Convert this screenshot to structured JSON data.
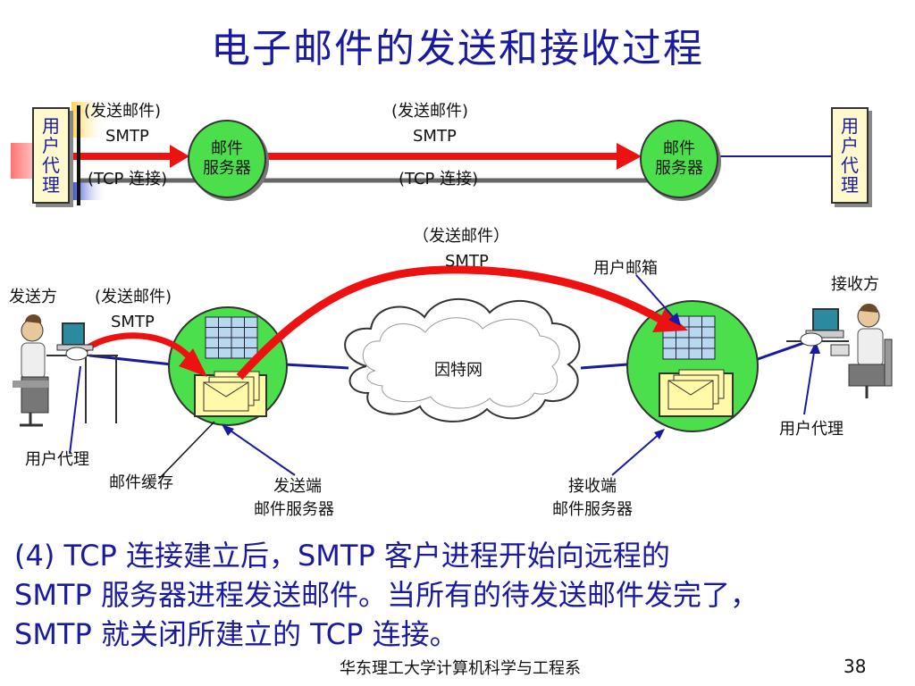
{
  "title": "电子邮件的发送和接收过程",
  "top": {
    "left_agent": "用户代理",
    "right_agent": "用户代理",
    "left_server": "邮件\n服务器",
    "right_server": "邮件\n服务器",
    "send1": "(发送邮件)",
    "smtp1": "SMTP",
    "tcp1": "(TCP 连接)",
    "send2": "(发送邮件)",
    "smtp2": "SMTP",
    "tcp2": "(TCP 连接)"
  },
  "bottom": {
    "sender": "发送方",
    "receiver": "接收方",
    "send_left": "(发送邮件)",
    "smtp_left": "SMTP",
    "send_mid": "（发送邮件）",
    "smtp_mid": "SMTP",
    "mailbox": "用户邮箱",
    "internet": "因特网",
    "ua_left": "用户代理",
    "ua_right": "用户代理",
    "cache": "邮件缓存",
    "send_server_l1": "发送端",
    "send_server_l2": "邮件服务器",
    "recv_server_l1": "接收端",
    "recv_server_l2": "邮件服务器"
  },
  "text": {
    "line1": "(4) TCP 连接建立后，SMTP 客户进程开始向远程的",
    "line2": "SMTP 服务器进程发送邮件。当所有的待发送邮件发完了，",
    "line3": "SMTP 就关闭所建立的 TCP 连接。"
  },
  "footer": "华东理工大学计算机科学与工程系",
  "page_number": "38",
  "colors": {
    "title": "#1a1aa0",
    "arrow": "#ee1111",
    "server": "#4be04b",
    "line": "#1a1aa0"
  }
}
